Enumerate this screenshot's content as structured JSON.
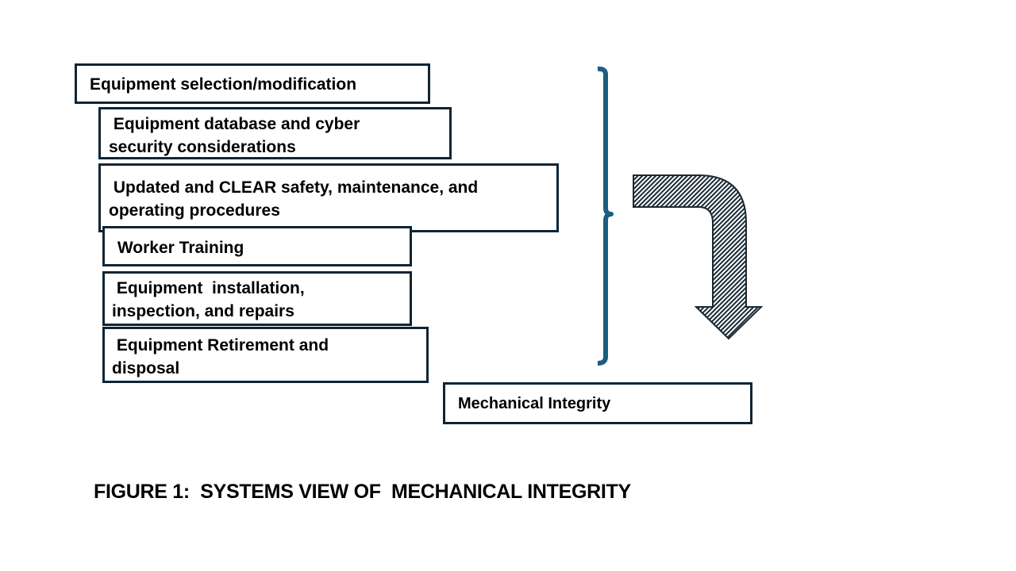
{
  "diagram": {
    "elements": [
      {
        "id": "equipment-selection",
        "label": "Equipment selection/modification"
      },
      {
        "id": "equipment-database",
        "label": " Equipment database and cyber\nsecurity considerations"
      },
      {
        "id": "procedures",
        "label": " Updated and CLEAR safety, maintenance, and\noperating procedures"
      },
      {
        "id": "worker-training",
        "label": " Worker Training"
      },
      {
        "id": "installation",
        "label": " Equipment  installation,\ninspection, and repairs"
      },
      {
        "id": "retirement",
        "label": " Equipment Retirement and\ndisposal"
      }
    ],
    "result": {
      "label": "Mechanical Integrity"
    },
    "bracket": {
      "icon": "right-curly-bracket-icon",
      "color": "#1b5e80"
    },
    "arrow": {
      "icon": "bent-down-arrow-icon",
      "fill": "hatched",
      "stroke": "#1a2a35"
    },
    "box_border_color": "#0f2535"
  },
  "caption": "FIGURE 1:  SYSTEMS VIEW OF  MECHANICAL INTEGRITY"
}
